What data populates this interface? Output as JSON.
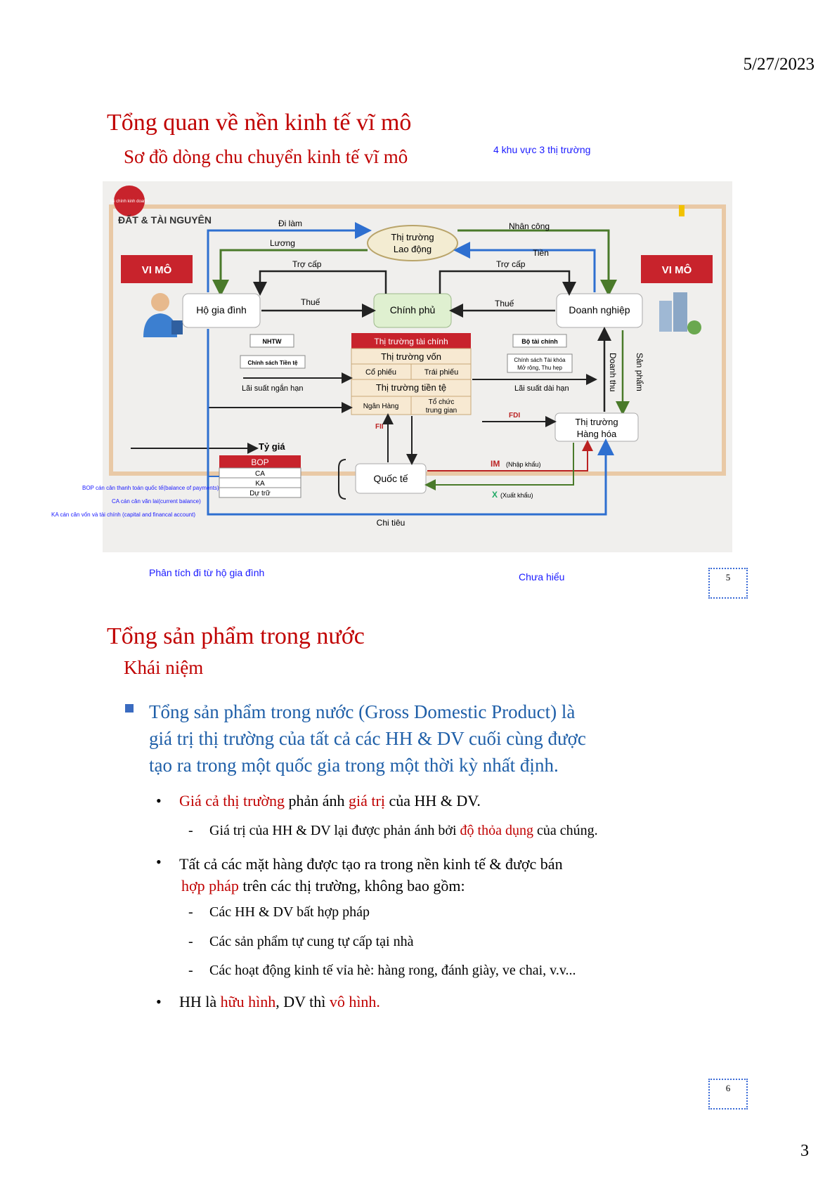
{
  "header": {
    "date": "5/27/2023"
  },
  "slide5": {
    "title": "Tổng quan về nền kinh tế vĩ mô",
    "subtitle": "Sơ đồ dòng chu chuyển kinh tế vĩ mô",
    "note_top": "4 khu vực 3 thị trường",
    "note_bottom_left": "Phân tích đi từ hộ gia đình",
    "note_bottom_right": "Chưa hiểu",
    "slide_number": "5",
    "annotations": {
      "bop": "BOP cán cân thanh toán quốc tế(balance of payments)",
      "ca": "CA cán cân vãn lai(current balance)",
      "ka": "KA cán cân vốn và tài chính (capital and financal account)"
    },
    "diagram": {
      "logo_text": "tài chính kinh doanh",
      "region": "ĐẤT & TÀI NGUYÊN",
      "vi_mo_left": "VI MÔ",
      "vi_mo_right": "VI MÔ",
      "labour_market": [
        "Thị trường",
        "Lao động"
      ],
      "di_lam": "Đi làm",
      "luong": "Lương",
      "nhan_cong": "Nhân công",
      "tien": "Tiền",
      "tro_cap_left": "Trợ cấp",
      "tro_cap_right": "Trợ cấp",
      "thue_left": "Thuế",
      "thue_right": "Thuế",
      "ho_gia_dinh": "Hộ gia đình",
      "chinh_phu": "Chính phủ",
      "doanh_nghiep": "Doanh nghiệp",
      "nhtw": "NHTW",
      "cs_tien_te": "Chính sách Tiền tệ",
      "lai_suat_ngan_han": "Lãi suất ngắn hạn",
      "bo_tai_chinh": "Bộ tài chính",
      "cs_tai_khoa": [
        "Chính sách Tài khóa",
        "Mở rộng, Thu hẹp"
      ],
      "lai_suat_dai_han": "Lãi suất dài hạn",
      "tt_tai_chinh": "Thị trường tài chính",
      "tt_von": "Thị trường vốn",
      "co_phieu": "Cổ phiếu",
      "trai_phieu": "Trái phiếu",
      "tt_tien_te": "Thị trường tiền tệ",
      "ngan_hang": "Ngân Hàng",
      "to_chuc": [
        "Tổ chức",
        "trung gian"
      ],
      "doanh_thu": "Doanh thu",
      "san_pham": "Sản phẩm",
      "fdi": "FDI",
      "fii": "FII",
      "tt_hang_hoa": [
        "Thị trường",
        "Hàng hóa"
      ],
      "ty_gia": "Tỷ giá",
      "bop": "BOP",
      "ca": "CA",
      "ka": "KA",
      "du_tru": "Dự trữ",
      "quoc_te": "Quốc tế",
      "im": "IM",
      "im_note": "(Nhập khẩu)",
      "x": "X",
      "x_note": "(Xuất khẩu)",
      "chi_tieu": "Chi tiêu"
    }
  },
  "slide6": {
    "title": "Tổng sản phẩm trong nước",
    "subtitle": "Khái niệm",
    "main_bullet": [
      "Tổng sản phẩm trong nước (Gross Domestic Product) là",
      "giá trị thị trường của tất cả các HH & DV cuối cùng được",
      "tạo ra trong một quốc gia trong một thời kỳ nhất định."
    ],
    "b1a": {
      "r1": "Giá cả thị trường",
      "t1": " phản ánh ",
      "r2": "giá trị",
      "t2": " của HH & DV."
    },
    "b1a_sub": {
      "t1": "Giá trị của HH & DV lại được phản ánh bởi ",
      "r1": "độ thỏa dụng",
      "t2": " của chúng."
    },
    "b1b": {
      "t1": "Tất cả các mặt hàng được tạo ra trong nền kinh tế & được bán",
      "r1": "hợp pháp",
      "t2": " trên các thị trường, không bao gồm:"
    },
    "b1b_subs": [
      "Các HH & DV bất hợp pháp",
      "Các sản phẩm tự cung tự cấp  tại nhà",
      "Các hoạt động kinh tế vỉa hè: hàng rong, đánh giày, ve chai, v.v..."
    ],
    "b1c": {
      "t1": "HH là ",
      "r1": "hữu hình",
      "t2": ", DV thì ",
      "r2": "vô hình."
    },
    "slide_number": "6"
  },
  "footer": {
    "page_number": "3"
  },
  "colors": {
    "title_red": "#c00000",
    "body_blue": "#1f5fa8",
    "note_blue": "#1a1aff",
    "vi_mo_red": "#c8232c",
    "arrow_blue": "#2e6fd0",
    "arrow_green": "#4a7a2a"
  }
}
